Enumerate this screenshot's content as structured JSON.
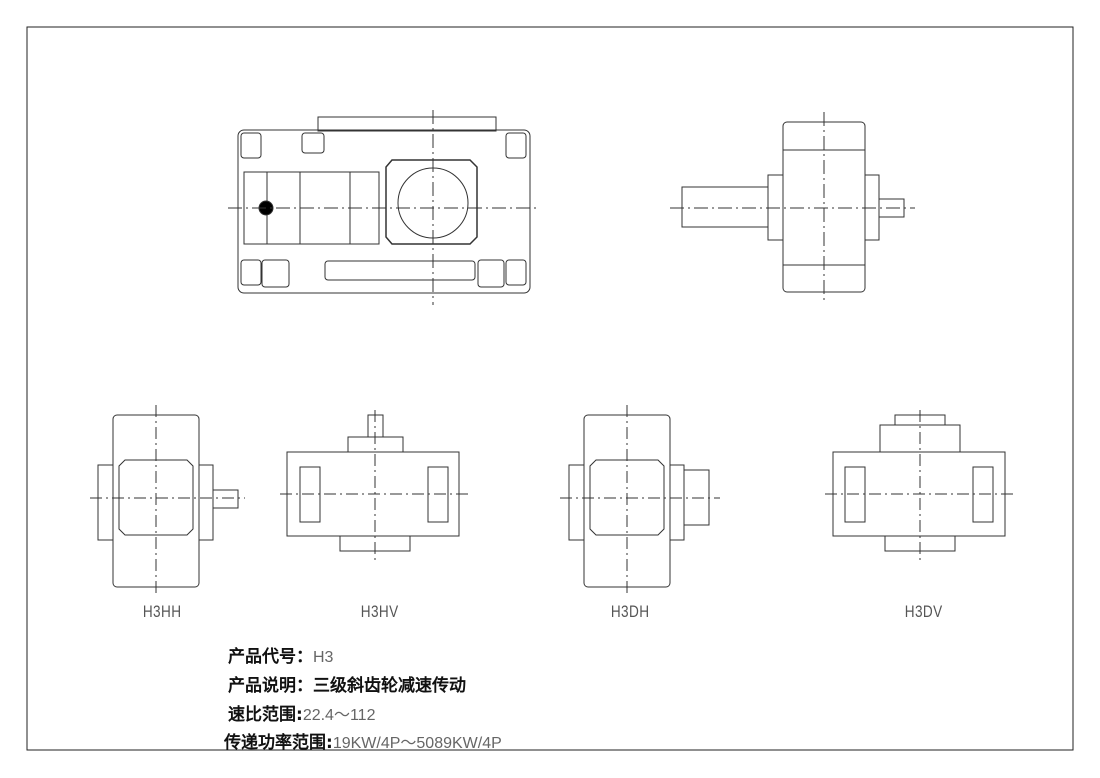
{
  "views": [
    "H3HH",
    "H3HV",
    "H3DH",
    "H3DV"
  ],
  "info": [
    {
      "label": "产品代号：",
      "value": "H3"
    },
    {
      "label": "产品说明：",
      "value": "三级斜齿轮减速传动"
    },
    {
      "label": "速比范围:",
      "value": "22.4～112"
    },
    {
      "label": "传递功率范围:",
      "value": "19KW/4P～5089KW/4P"
    }
  ],
  "colors": {
    "line": "#333333",
    "center": "#444444"
  }
}
